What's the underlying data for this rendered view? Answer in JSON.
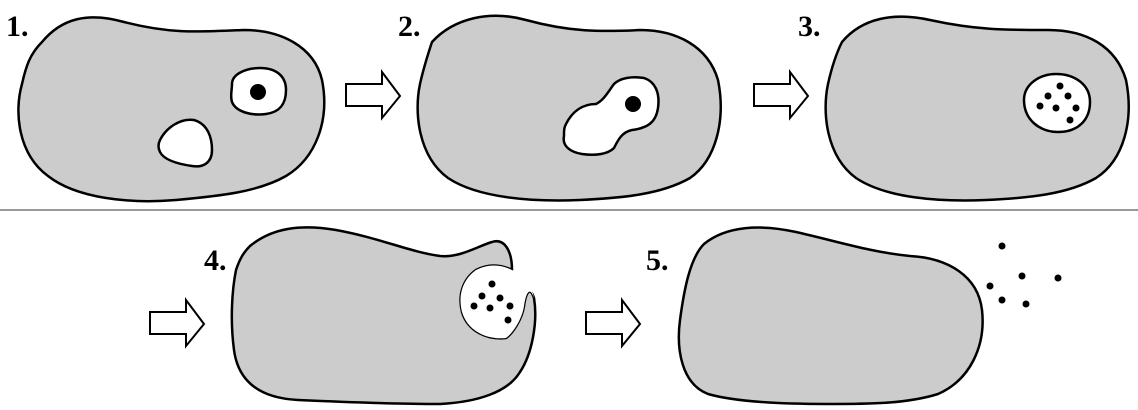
{
  "steps": [
    {
      "label": "1."
    },
    {
      "label": "2."
    },
    {
      "label": "3."
    },
    {
      "label": "4."
    },
    {
      "label": "5."
    }
  ],
  "colors": {
    "cell_fill": "#cccccc",
    "outline": "#000000",
    "vesicle_fill": "#ffffff",
    "divider": "#999999"
  }
}
